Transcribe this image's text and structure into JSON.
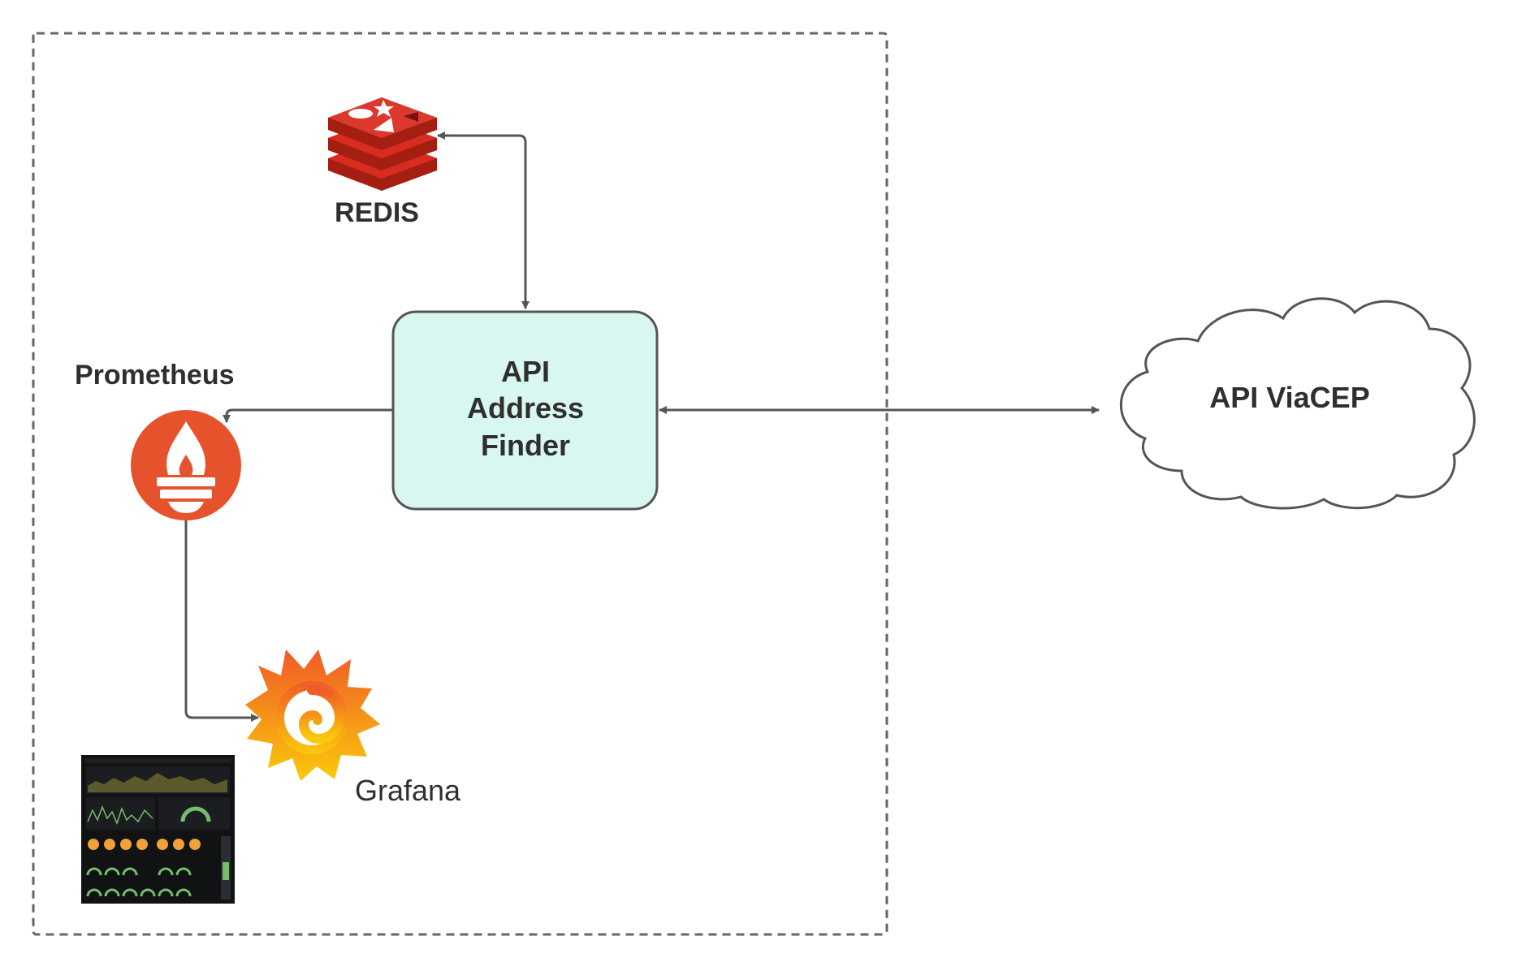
{
  "nodes": {
    "redis": {
      "label": "REDIS",
      "icon": "redis-icon",
      "color": "#d82c20"
    },
    "api_finder": {
      "lines": [
        "API",
        "Address",
        "Finder"
      ],
      "fill": "#d8f7f0",
      "stroke": "#555555"
    },
    "prometheus": {
      "label": "Prometheus",
      "icon": "prometheus-icon",
      "color": "#e6522c"
    },
    "grafana": {
      "label": "Grafana",
      "icon": "grafana-icon",
      "colors": [
        "#f05a28",
        "#fbca0a"
      ]
    },
    "viacep": {
      "label": "API ViaCEP",
      "shape": "cloud"
    }
  },
  "edges": [
    {
      "from": "api_finder",
      "to": "redis",
      "direction": "both"
    },
    {
      "from": "api_finder",
      "to": "prometheus",
      "direction": "forward"
    },
    {
      "from": "prometheus",
      "to": "grafana",
      "direction": "forward"
    },
    {
      "from": "api_finder",
      "to": "viacep",
      "direction": "both"
    }
  ],
  "container": {
    "style": "dashed",
    "stroke": "#666666"
  },
  "dashboard_thumbnail": {
    "icon": "grafana-dashboard-screenshot"
  }
}
